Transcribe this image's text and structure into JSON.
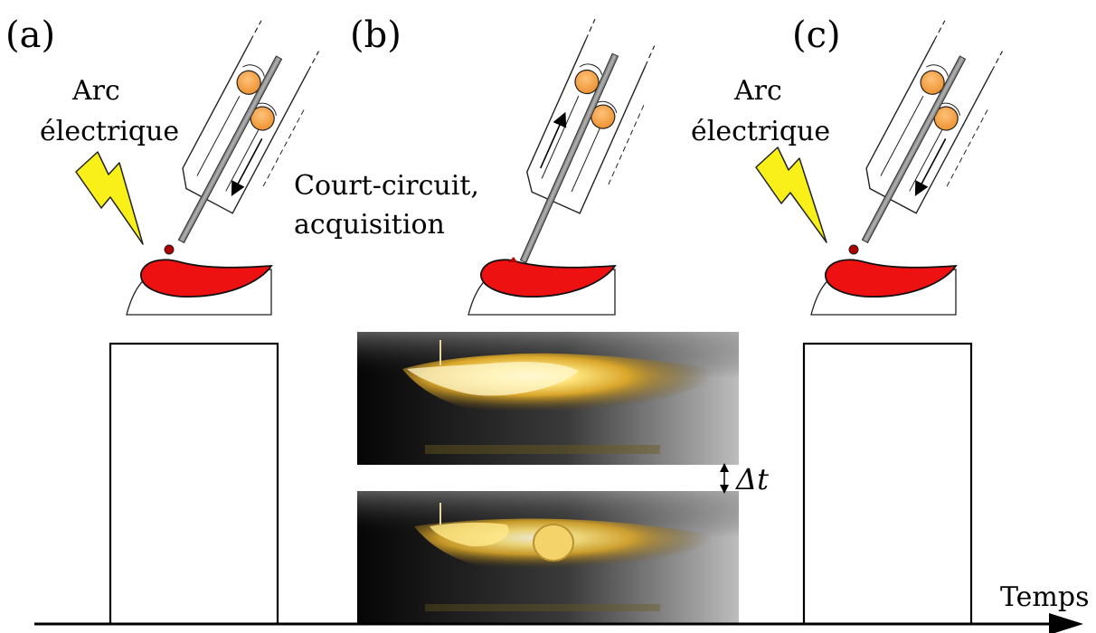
{
  "panels": {
    "a": "(a)",
    "b": "(b)",
    "c": "(c)"
  },
  "arc_label": {
    "line1": "Arc",
    "line2": "électrique"
  },
  "short_circuit_label": {
    "line1": "Court-circuit,",
    "line2": "acquisition"
  },
  "delta_t": "Δt",
  "time_axis": "Temps",
  "colors": {
    "weld_pool": "#ee1111",
    "droplet": "#b00000",
    "roller": "#f5a54a",
    "bolt": "#f8f018",
    "wire": "#9a9a9a"
  }
}
